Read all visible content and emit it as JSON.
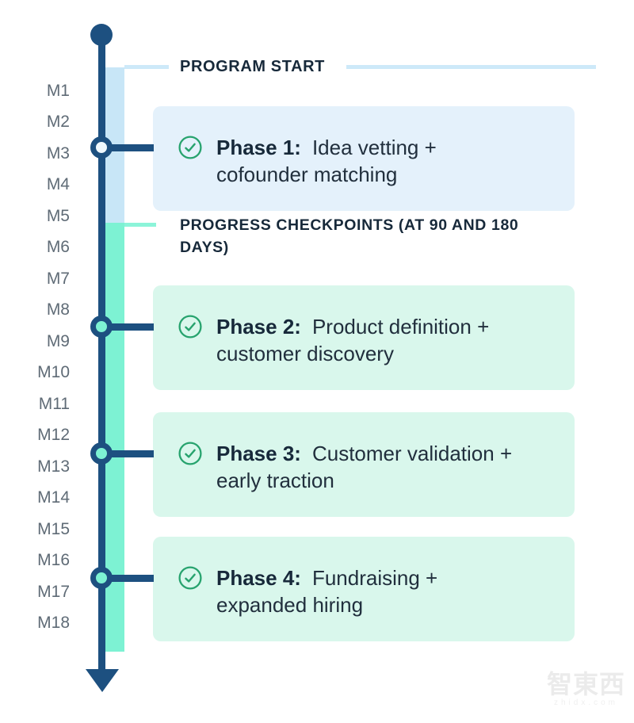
{
  "program_start": {
    "heading": "PROGRAM START"
  },
  "checkpoints": {
    "heading": "PROGRESS CHECKPOINTS (AT 90 AND 180 DAYS)"
  },
  "months": [
    "M1",
    "M2",
    "M3",
    "M4",
    "M5",
    "M6",
    "M7",
    "M8",
    "M9",
    "M10",
    "M11",
    "M12",
    "M13",
    "M14",
    "M15",
    "M16",
    "M17",
    "M18"
  ],
  "phases": [
    {
      "label": "Phase 1:",
      "line1": "Idea vetting +",
      "line2": "cofounder matching",
      "theme": "blue"
    },
    {
      "label": "Phase 2:",
      "line1": "Product definition +",
      "line2": "customer discovery",
      "theme": "green"
    },
    {
      "label": "Phase 3:",
      "line1": "Customer validation +",
      "line2": "early traction",
      "theme": "green"
    },
    {
      "label": "Phase 4:",
      "line1": "Fundraising +",
      "line2": "expanded hiring",
      "theme": "green"
    }
  ],
  "watermark": {
    "logo": "智東西",
    "domain": "zhidx.com"
  },
  "colors": {
    "spine_navy": "#1D5080",
    "phase1_band": "#C8E6F7",
    "phase234_band": "#7DF2D3",
    "phase1_card": "#E4F1FB",
    "phase234_card": "#D9F7EC",
    "check_green": "#27A36E",
    "heading_text": "#17293A",
    "month_text": "#5F6B76"
  }
}
